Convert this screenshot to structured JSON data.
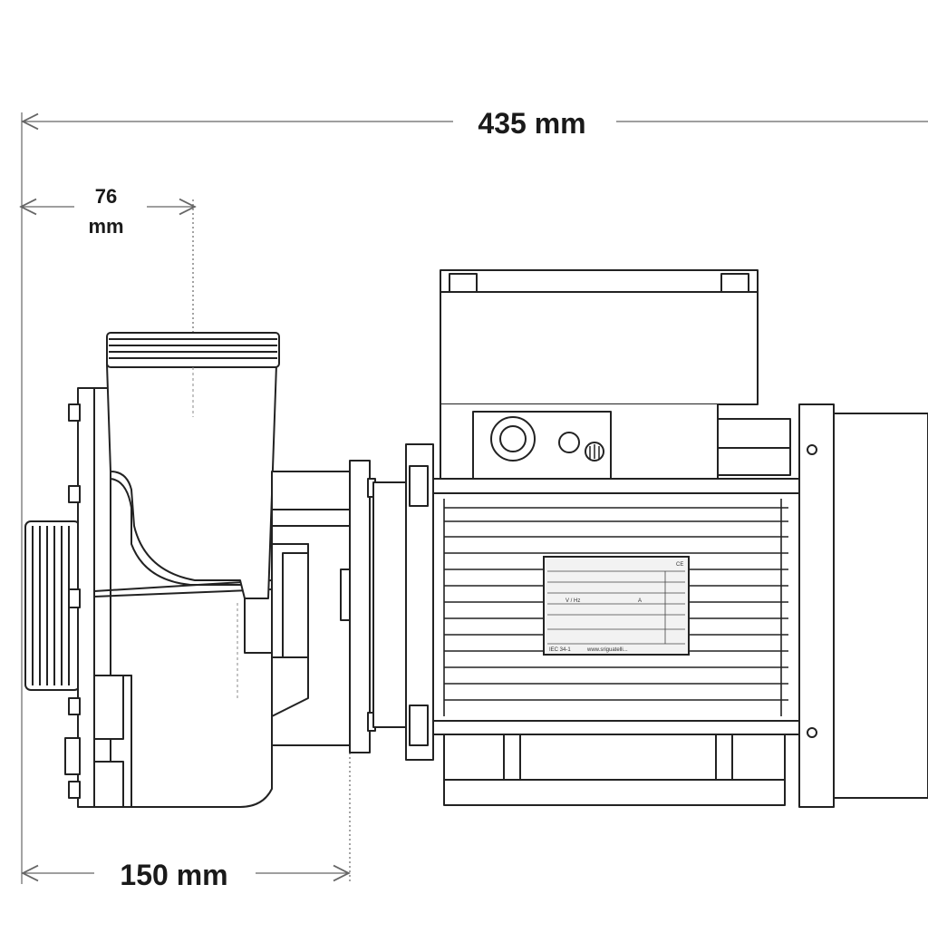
{
  "dimensions": {
    "overall_length": "435 mm",
    "inlet_offset_value": "76",
    "inlet_offset_unit": "mm",
    "pump_body_length": "150 mm"
  },
  "nameplate": {
    "voltage_frequency": "V / Hz",
    "amperage": "A",
    "mark": "CE",
    "standard": "IEC 34-1",
    "website": "www.sriguatelli..."
  },
  "colors": {
    "line": "#222222",
    "dimension_line": "#666666",
    "fill": "#ffffff",
    "plate": "#f2f2f2"
  }
}
